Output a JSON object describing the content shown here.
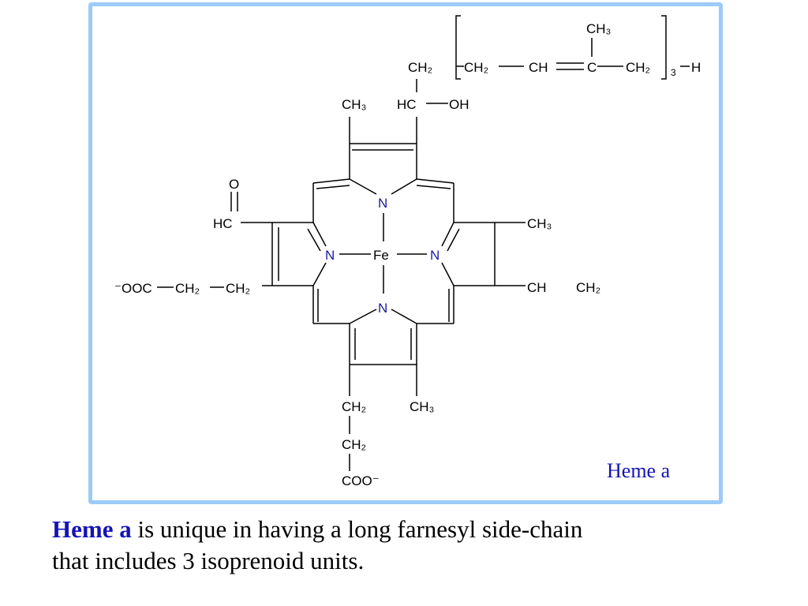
{
  "figure": {
    "label": "Heme a",
    "atoms": {
      "iron": "Fe",
      "nitrogen": "N",
      "oxygen": "O",
      "hydrogen": "H",
      "methyl": "CH₃",
      "methylene": "CH₂",
      "methine": "CH",
      "carbon": "C",
      "formyl_carbon": "HC",
      "hydroxyl": "OH",
      "carboxylate": "COO⁻",
      "carboxylate_left": "⁻OOC",
      "repeat_count": "3"
    }
  },
  "caption": {
    "term": "Heme a",
    "line1_rest": " is unique in having a long farnesyl side-chain",
    "line2": "that includes 3 isoprenoid units."
  }
}
